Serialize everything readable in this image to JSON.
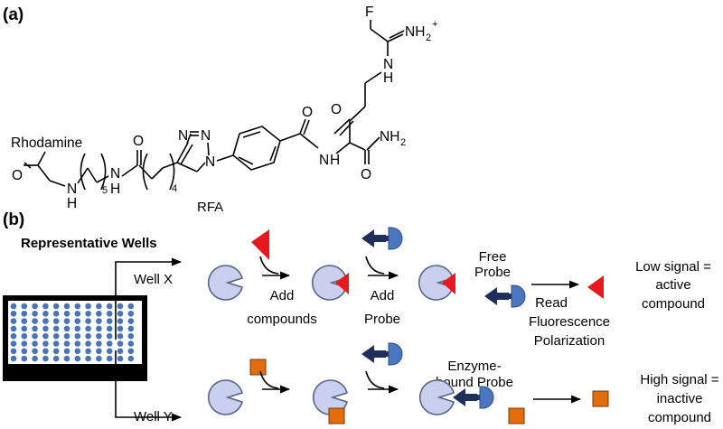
{
  "panel_a": {
    "label": "(a)",
    "molecule_name": "RFA",
    "atoms": {
      "rhodamine": "Rhodamine",
      "F": "F",
      "NH2plus_main": "NH",
      "NH2plus_sub": "2",
      "NH2plus_charge": "+",
      "NH_upper": "N",
      "NH_upper_h": "H",
      "N1": "N",
      "N2": "N",
      "N3": "N",
      "O1": "O",
      "O2": "O",
      "O3": "O",
      "O4": "O",
      "O5": "O",
      "NH_left": "N",
      "NH_left_h": "H",
      "NH_mid": "N",
      "NH_mid_h": "H",
      "NH_amide": "N",
      "NH_amide_h": "H",
      "NH2_main": "NH",
      "NH2_sub": "2",
      "sub5": "5",
      "sub4": "4"
    }
  },
  "panel_b": {
    "label": "(b)",
    "wells_title": "Representative Wells",
    "well_x": "Well X",
    "well_y": "Well Y",
    "step_add_compounds": [
      "Add",
      "compounds"
    ],
    "step_add_probe": [
      "Add",
      "Probe"
    ],
    "free_probe": [
      "Free",
      "Probe"
    ],
    "enzyme_bound": [
      "Enzyme-",
      "bound Probe"
    ],
    "read_fp": [
      "Read",
      "Fluorescence",
      "Polarization"
    ],
    "low_signal": [
      "Low signal =",
      "active",
      "compound"
    ],
    "high_signal": [
      "High signal =",
      "inactive",
      "compound"
    ]
  },
  "colors": {
    "enzyme_fill": "#c8d0ee",
    "enzyme_stroke": "#5a6488",
    "active_triangle": "#e8191e",
    "inactive_square": "#e46c0a",
    "probe_arrow": "#1f2f5c",
    "probe_cap": "#4a77bf",
    "well_dot": "#4a74b8"
  }
}
